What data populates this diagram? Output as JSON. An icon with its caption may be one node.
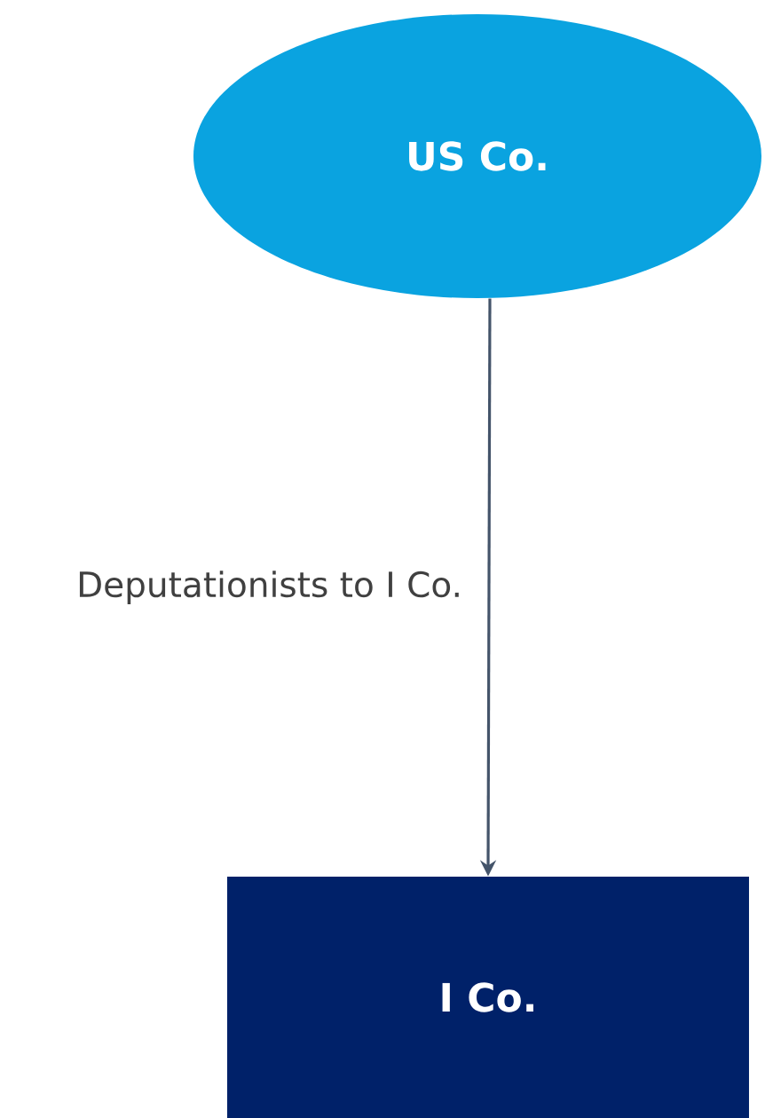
{
  "diagram": {
    "nodes": [
      {
        "text": [
          "US Co."
        ]
      },
      {
        "text": [
          "I Co."
        ]
      }
    ],
    "edges": [
      {
        "from": 0,
        "to": 1,
        "arrow": "to",
        "label": "Deputationists to I Co."
      }
    ]
  }
}
